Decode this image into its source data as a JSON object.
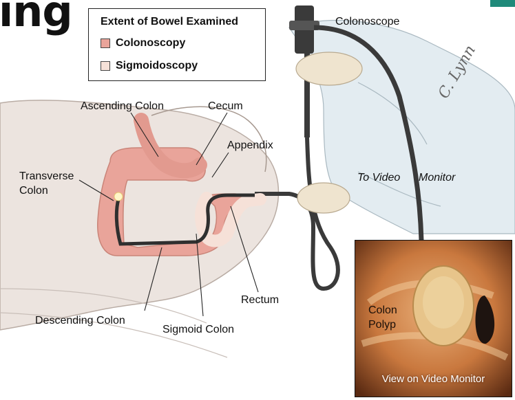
{
  "heading_fragment": "ing",
  "legend": {
    "title": "Extent of Bowel Examined",
    "items": [
      {
        "label": "Colonoscopy",
        "color": "#e9a49a"
      },
      {
        "label": "Sigmoidoscopy",
        "color": "#f6e1d8"
      }
    ]
  },
  "labels": {
    "colonoscope": "Colonoscope",
    "ascending_colon": "Ascending Colon",
    "cecum": "Cecum",
    "appendix": "Appendix",
    "transverse_colon_line1": "Transverse",
    "transverse_colon_line2": "Colon",
    "to_video": "To Video",
    "monitor": "Monitor",
    "rectum": "Rectum",
    "descending_colon": "Descending Colon",
    "sigmoid_colon": "Sigmoid Colon"
  },
  "inset": {
    "polyp_line1": "Colon",
    "polyp_line2": "Polyp",
    "caption": "View on Video Monitor"
  },
  "colors": {
    "colonoscopy": "#e9a49a",
    "sigmoidoscopy": "#f6e1d8",
    "accent_tab": "#1f8a7a",
    "scope": "#2f2f2f"
  }
}
